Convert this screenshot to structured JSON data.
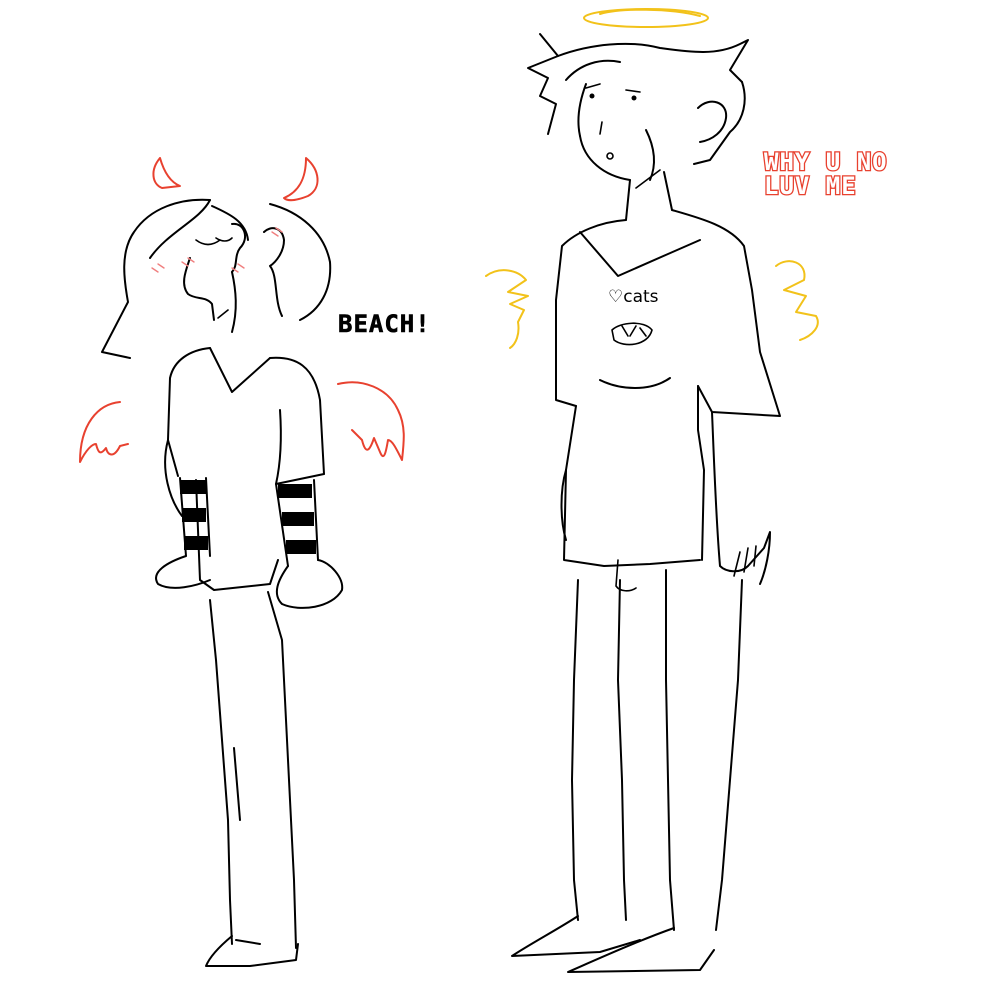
{
  "speech": {
    "left_exclaim": "BEACH!",
    "right_line1": "WHY U NO",
    "right_line2": "LUV ME"
  },
  "shirt": {
    "text": "♡cats"
  },
  "colors": {
    "background": "#ffffff",
    "line": "#000000",
    "devil_red": "#e8412f",
    "angel_gold": "#f2c21a",
    "blush": "#f07f7f"
  },
  "icons": {
    "left_figure_accessories": [
      "devil-horns-icon",
      "devil-wings-icon"
    ],
    "right_figure_accessories": [
      "halo-icon",
      "angel-wings-icon"
    ]
  }
}
